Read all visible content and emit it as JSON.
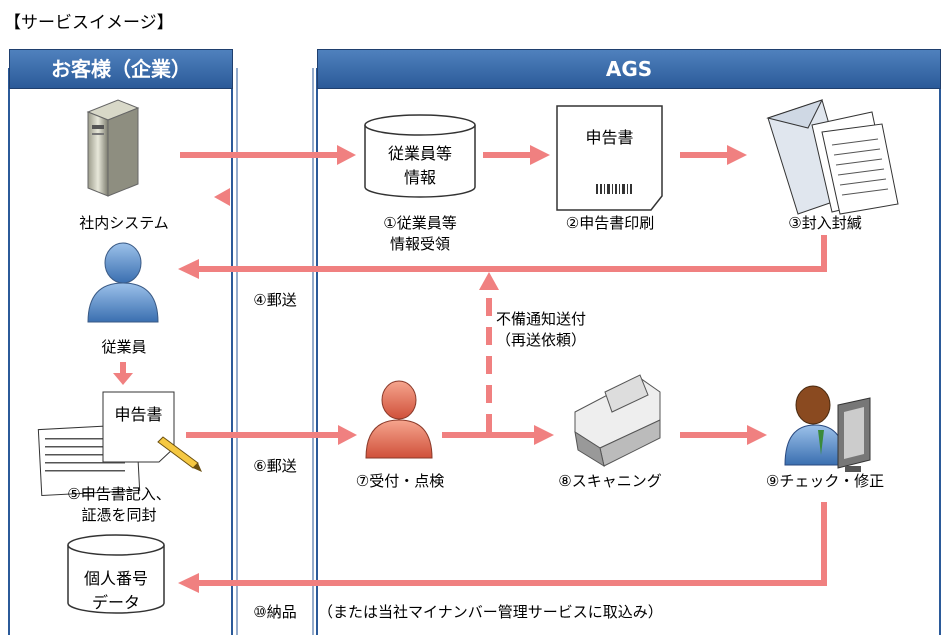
{
  "title": "【サービスイメージ】",
  "lanes": {
    "customer": "お客様（企業）",
    "ags": "AGS"
  },
  "labels": {
    "internal_system": "社内システム",
    "employee": "従業員",
    "form_fill": [
      "⑤申告書記入、",
      "証憑を同封"
    ],
    "db_customer": [
      "個人番号",
      "データ"
    ],
    "db_ags": [
      "従業員等",
      "情報"
    ],
    "form_doc": "申告書",
    "step1": [
      "①従業員等",
      "情報受領"
    ],
    "step2": "②申告書印刷",
    "step3": "③封入封緘",
    "step4": "④郵送",
    "step6": "⑥郵送",
    "step7": "⑦受付・点検",
    "step8": "⑧スキャニング",
    "step9": "⑨チェック・修正",
    "step10": "⑩納品",
    "step10_note": "（または当社マイナンバー管理サービスに取込み）",
    "deficiency": [
      "不備通知送付",
      "（再送依頼）"
    ]
  },
  "colors": {
    "arrow": "#f08080",
    "header_blue": "#2b5a99",
    "lane_border": "#2b5a99"
  }
}
